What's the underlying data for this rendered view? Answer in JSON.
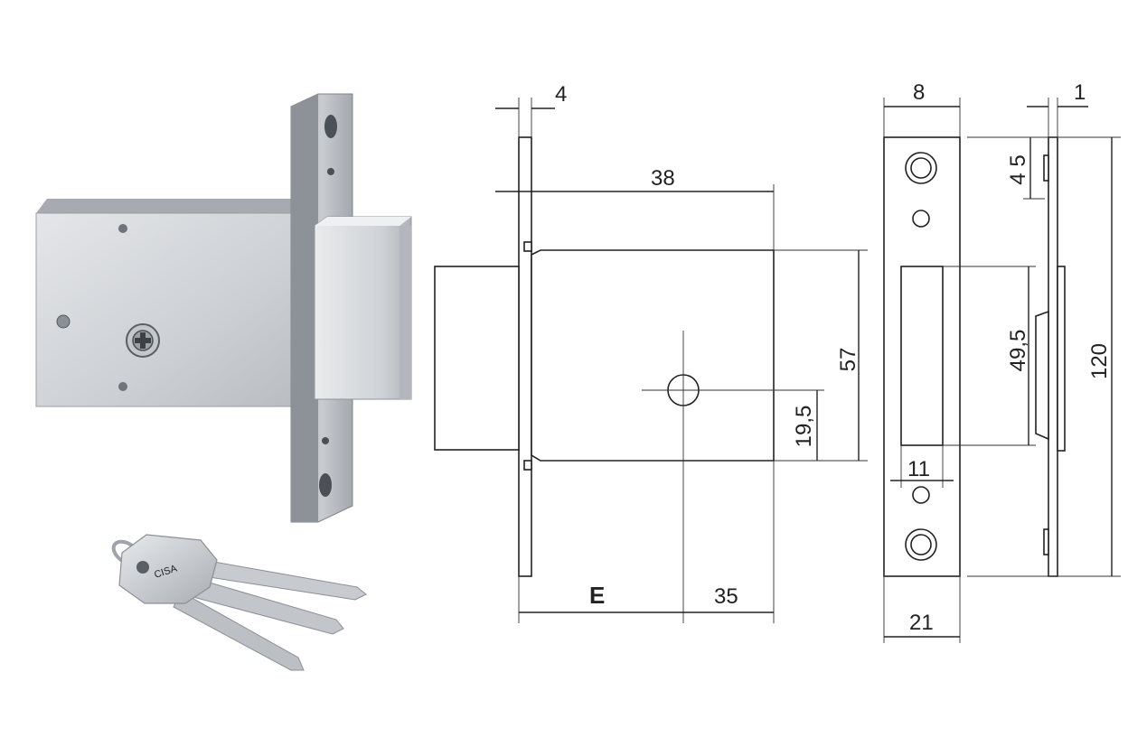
{
  "labels": {
    "d_4": "4",
    "d_38": "38",
    "d_57": "57",
    "d_19_5": "19,5",
    "d_E": "E",
    "d_35": "35",
    "d_8": "8",
    "d_1": "1",
    "d_4_5": "4 5",
    "d_49_5": "49,5",
    "d_120": "120",
    "d_11": "11",
    "d_21": "21"
  },
  "key_stamp": "CISA",
  "colors": {
    "line": "#222222",
    "metal_light": "#d4d7db",
    "metal_mid": "#b8bcc2",
    "metal_dark": "#8e9399",
    "background": "#ffffff"
  }
}
